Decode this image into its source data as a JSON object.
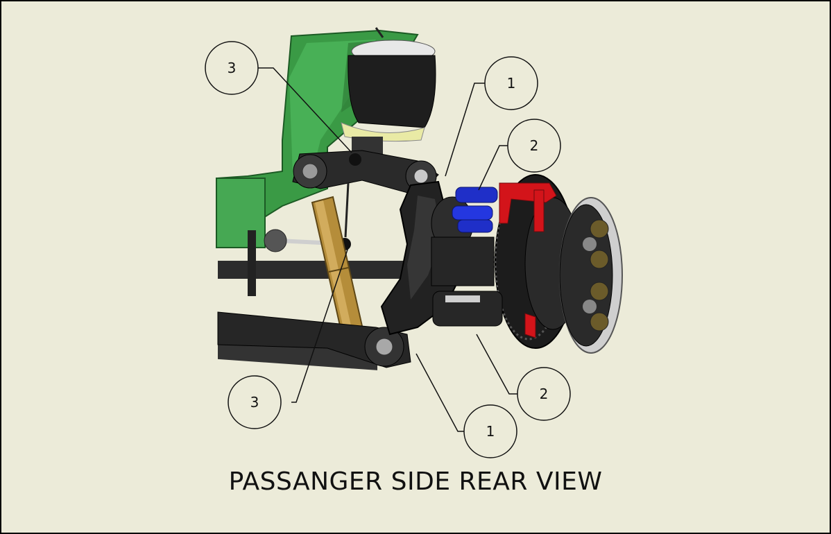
{
  "caption": "PASSANGER SIDE REAR VIEW",
  "balloons": {
    "upper_left": "3",
    "lower_left": "3",
    "upper_right_1": "1",
    "upper_right_2": "2",
    "lower_right_2": "2",
    "lower_right_1": "1"
  },
  "colors": {
    "background": "#ecebd9",
    "frame": "#3a9a45",
    "shock": "#b58d3a",
    "caliper_blue": "#1f2fc8",
    "caliper_red": "#d3141a",
    "air_spring": "#202020",
    "control_arm": "#262626"
  }
}
